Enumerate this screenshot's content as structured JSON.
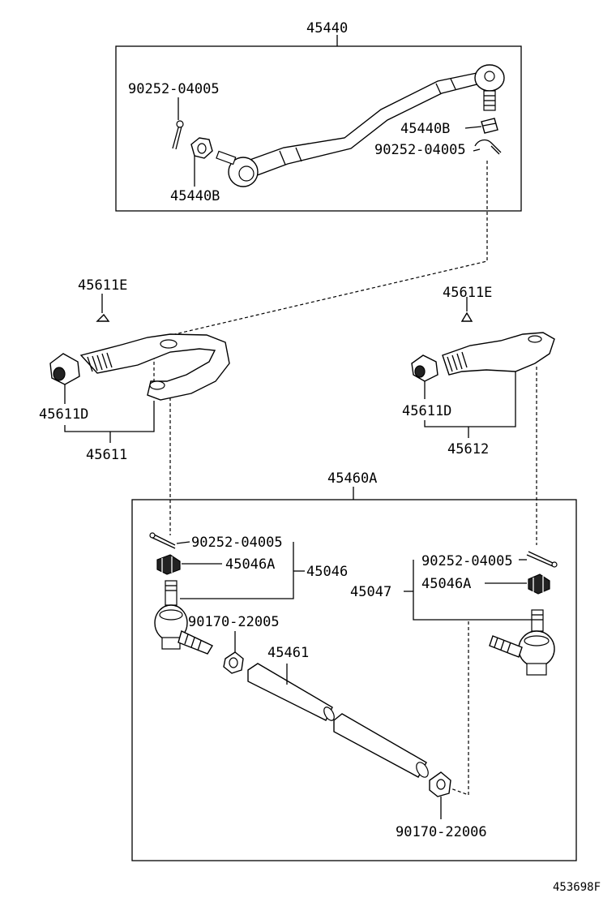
{
  "labels": {
    "assy_top": "45440",
    "cotter_top_left": "90252-04005",
    "nut_top_right": "45440B",
    "cotter_top_right": "90252-04005",
    "nut_top_left": "45440B",
    "cap_left": "45611E",
    "cap_right": "45611E",
    "nut_arm_left": "45611D",
    "nut_arm_right": "45611D",
    "arm_left": "45611",
    "arm_right": "45612",
    "assy_bottom": "45460A",
    "cotter_bl": "90252-04005",
    "nut_bl": "45046A",
    "end_left": "45046",
    "clamp_left": "90170-22005",
    "tube": "45461",
    "cotter_br": "90252-04005",
    "end_right": "45047",
    "nut_br": "45046A",
    "clamp_right": "90170-22006",
    "figure_code": "453698F"
  }
}
